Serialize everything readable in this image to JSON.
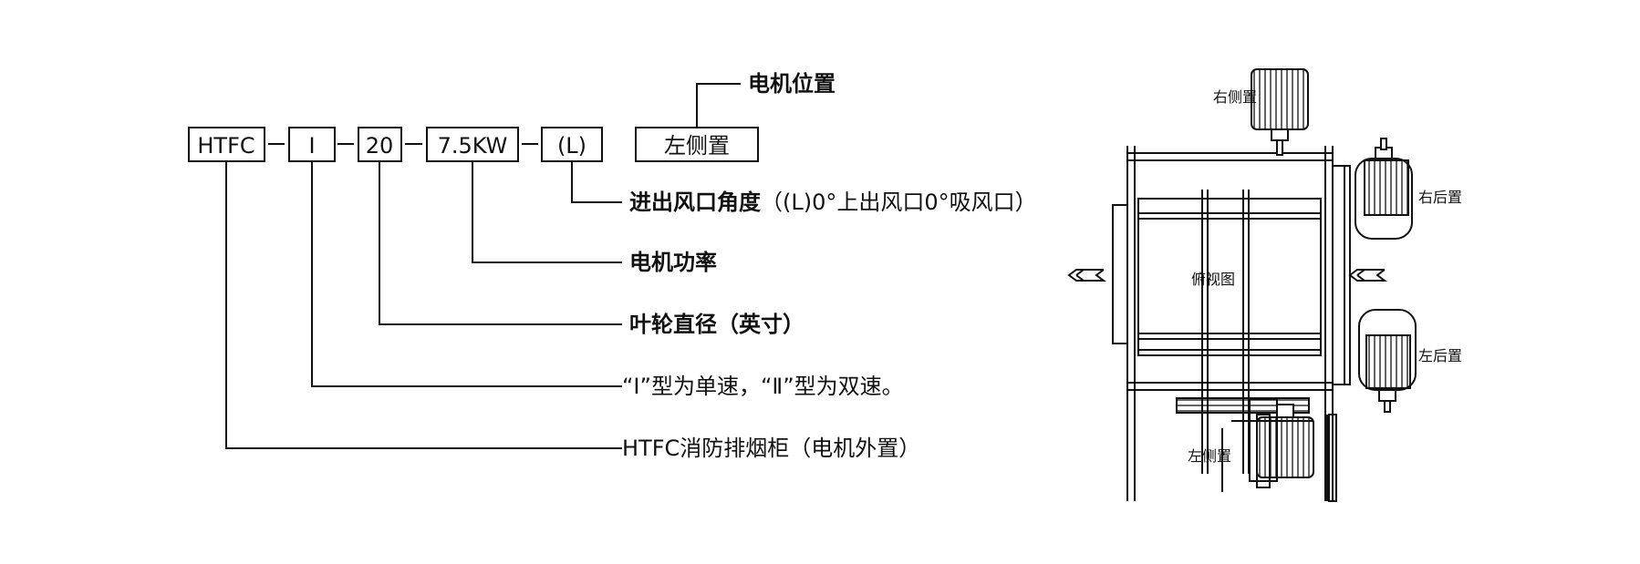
{
  "model_code": {
    "segments": [
      "HTFC",
      "I",
      "20",
      "7.5KW",
      "(L)"
    ],
    "motor_position_value": "左侧置"
  },
  "labels": {
    "motor_position": "电机位置",
    "outlet_angle_bold": "进出风口角度",
    "outlet_angle_detail": "（(L)0°上出风口0°吸风口）",
    "motor_power": "电机功率",
    "impeller_diameter": "叶轮直径（英寸）",
    "speed_type": "“Ⅰ”型为单速，“Ⅱ”型为双速。",
    "product_name": "HTFC消防排烟柜（电机外置）"
  },
  "drawing": {
    "view_label": "俯视图",
    "motor_right_side": "右侧置",
    "motor_right_rear": "右后置",
    "motor_left_rear": "左后置",
    "motor_left_side": "左侧置"
  }
}
